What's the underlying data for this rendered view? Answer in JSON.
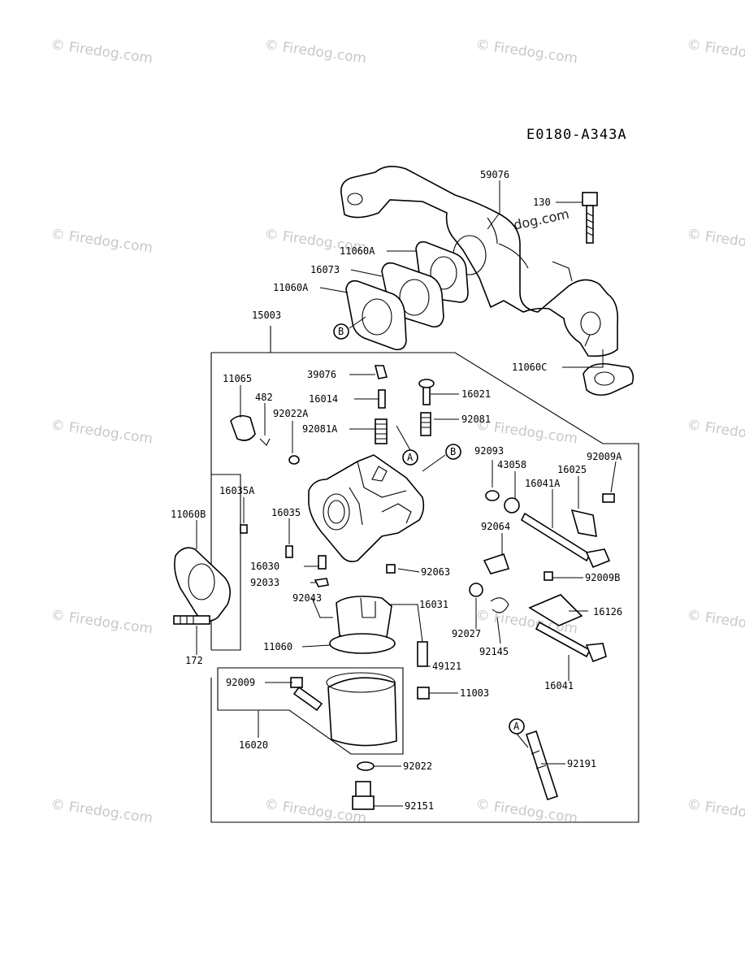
{
  "diagram_code": "E0180-A343A",
  "watermark": "© Firedog.com",
  "callouts": {
    "a": "A",
    "b": "B"
  },
  "parts": {
    "p59076": "59076",
    "p130": "130",
    "p11060A_1": "11060A",
    "p16073": "16073",
    "p11060A_2": "11060A",
    "p15003": "15003",
    "p11060C": "11060C",
    "p39076": "39076",
    "p11065": "11065",
    "p482": "482",
    "p16014": "16014",
    "p16021": "16021",
    "p92022A": "92022A",
    "p92081A": "92081A",
    "p92081": "92081",
    "p92093": "92093",
    "p43058": "43058",
    "p92009A": "92009A",
    "p16025": "16025",
    "p16041A": "16041A",
    "p16035A": "16035A",
    "p16035": "16035",
    "p11060B": "11060B",
    "p92064": "92064",
    "p16030": "16030",
    "p92063": "92063",
    "p92009B": "92009B",
    "p92033": "92033",
    "p92043": "92043",
    "p16031": "16031",
    "p16126": "16126",
    "p92027": "92027",
    "p11060": "11060",
    "p92145": "92145",
    "p172": "172",
    "p49121": "49121",
    "p16041": "16041",
    "p92009": "92009",
    "p11003": "11003",
    "p16020": "16020",
    "p92022": "92022",
    "p92191": "92191",
    "p92151": "92151"
  }
}
